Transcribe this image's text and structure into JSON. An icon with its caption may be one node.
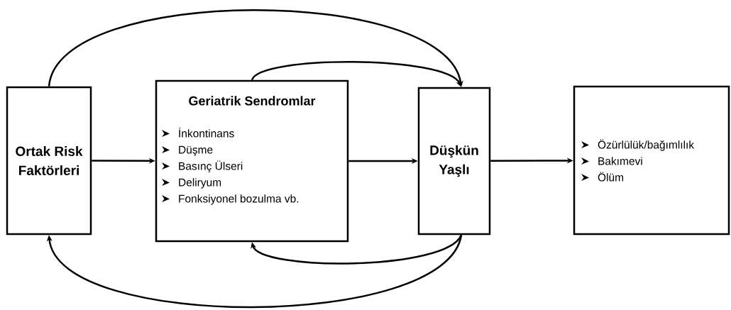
{
  "diagram": {
    "nodes": [
      {
        "text": [
          "Ortak Risk Faktörleri"
        ]
      },
      {
        "text": [
          "Geriatrik Sendromlar",
          "İnkontinans",
          "Düşme",
          "Basınç Ülseri",
          "Deliryum",
          "Fonksiyonel bozulma vb."
        ]
      },
      {
        "text": [
          "Düşkün Yaşlı"
        ]
      },
      {
        "text": [
          "Özürlülük/bağımlılık",
          "Bakımevi",
          "Ölüm"
        ]
      }
    ],
    "edges": [
      {
        "from": 0,
        "to": 1,
        "arrow": "to"
      },
      {
        "from": 1,
        "to": 2,
        "arrow": "to"
      },
      {
        "from": 2,
        "to": 3,
        "arrow": "to"
      },
      {
        "from": 0,
        "to": 2,
        "arrow": "to"
      },
      {
        "from": 1,
        "to": 2,
        "arrow": "to"
      },
      {
        "from": 2,
        "to": 1,
        "arrow": "to"
      },
      {
        "from": 2,
        "to": 0,
        "arrow": "to"
      }
    ]
  }
}
